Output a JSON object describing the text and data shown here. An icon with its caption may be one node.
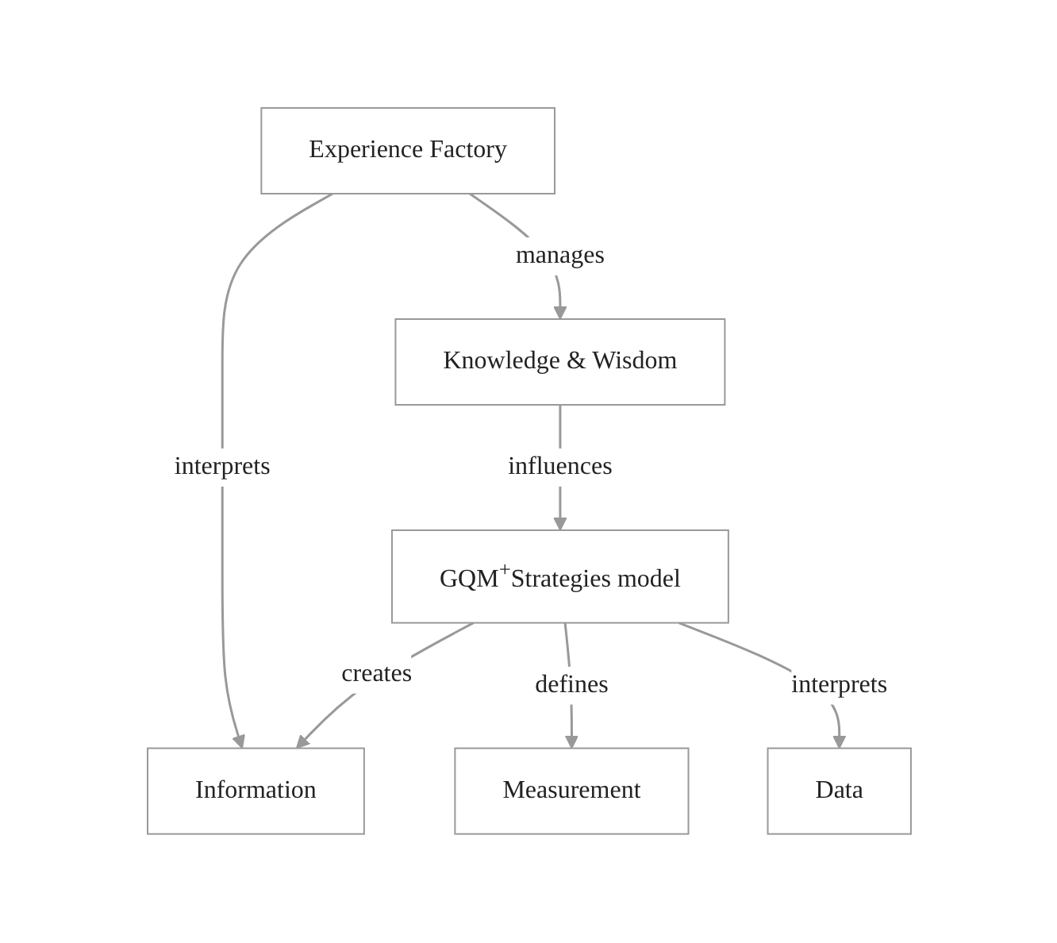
{
  "diagram": {
    "nodes": [
      {
        "text": [
          "Experience Factory"
        ]
      },
      {
        "text": [
          "Knowledge & Wisdom"
        ]
      },
      {
        "text": [
          "Information"
        ]
      },
      {
        "text": [
          "Measurement"
        ]
      },
      {
        "text": [
          "GQM$^{+}$Strategies model"
        ]
      },
      {
        "text": [
          "Data"
        ]
      }
    ],
    "edges": [
      {
        "from": 0,
        "to": 1,
        "arrow": "to",
        "label": "manages"
      },
      {
        "from": 0,
        "to": 2,
        "arrow": "to",
        "label": "interprets"
      },
      {
        "from": 1,
        "to": 4,
        "arrow": "to",
        "label": "influences"
      },
      {
        "from": 4,
        "to": 2,
        "arrow": "to",
        "label": "creates"
      },
      {
        "from": 4,
        "to": 3,
        "arrow": "to",
        "label": "defines"
      },
      {
        "from": 4,
        "to": 5,
        "arrow": "to",
        "label": "interprets"
      }
    ]
  }
}
